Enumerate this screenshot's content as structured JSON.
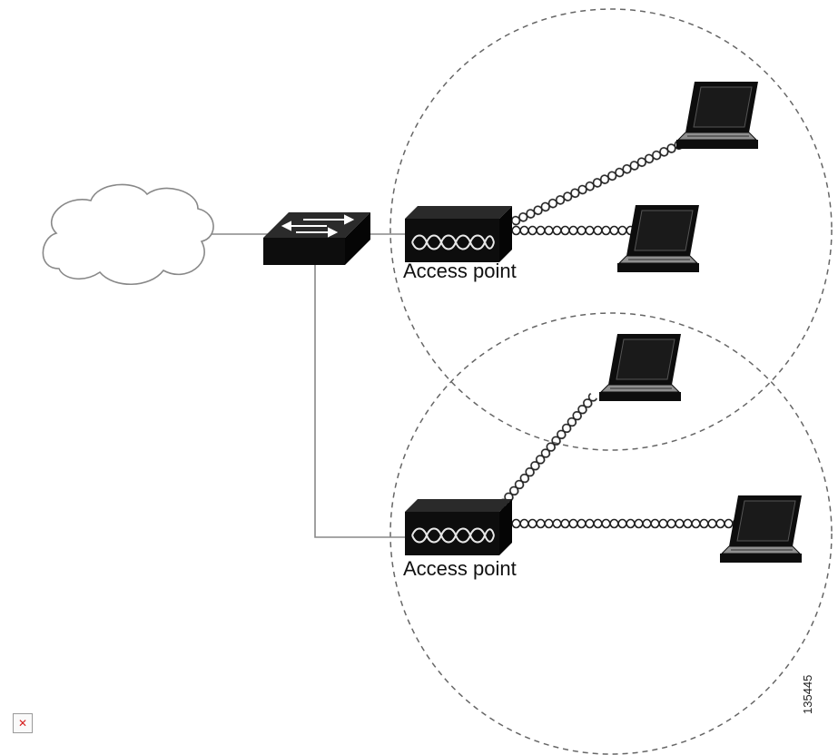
{
  "labels": {
    "access_point_top": "Access point",
    "access_point_bottom": "Access point",
    "figure_id": "135445"
  },
  "icons": {
    "cloud": "network-cloud-icon",
    "switch": "workgroup-switch-icon",
    "access_point": "access-point-icon",
    "laptop": "laptop-icon",
    "broken_image": "broken-image-icon"
  },
  "colors": {
    "device": "#0d0d0d",
    "line": "#888888",
    "coverage": "#666666"
  }
}
